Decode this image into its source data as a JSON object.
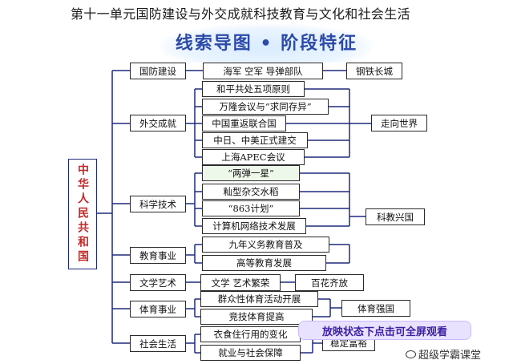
{
  "title": "第十一单元国防建设与外交成就科技教育与文化和社会生活",
  "banner": "线索导图 • 阶段特征",
  "root": "中华人民共和国",
  "categories": {
    "defense": "国防建设",
    "diplomacy": "外交成就",
    "science": "科学技术",
    "education": "教育事业",
    "culture": "文学艺术",
    "sports": "体育事业",
    "social": "社会生活"
  },
  "items": {
    "defense_1": "海军  空军  导弹部队",
    "diplomacy_1": "和平共处五项原则",
    "diplomacy_2": "万隆会议与“求同存异”",
    "diplomacy_3": "中国重返联合国",
    "diplomacy_4": "中日、中美正式建交",
    "diplomacy_5": "上海APEC会议",
    "science_1": "“两弹一星”",
    "science_2": "籼型杂交水稻",
    "science_3": "“863计划”",
    "science_4": "计算机网络技术发展",
    "education_1": "九年义务教育普及",
    "education_2": "高等教育发展",
    "culture_1": "文学  艺术繁荣",
    "sports_1": "群众性体育活动开展",
    "sports_2": "竞技体育提高",
    "social_1": "衣食住行用的变化",
    "social_2": "就业与社会保障"
  },
  "themes": {
    "defense": "钢铁长城",
    "diplomacy": "走向世界",
    "science": "科教兴国",
    "culture": "百花齐放",
    "sports": "体育强国",
    "social": "稳定富裕"
  },
  "slide_hint": "放映状态下点击可全屏观看",
  "watermark": "超级学霸课堂"
}
